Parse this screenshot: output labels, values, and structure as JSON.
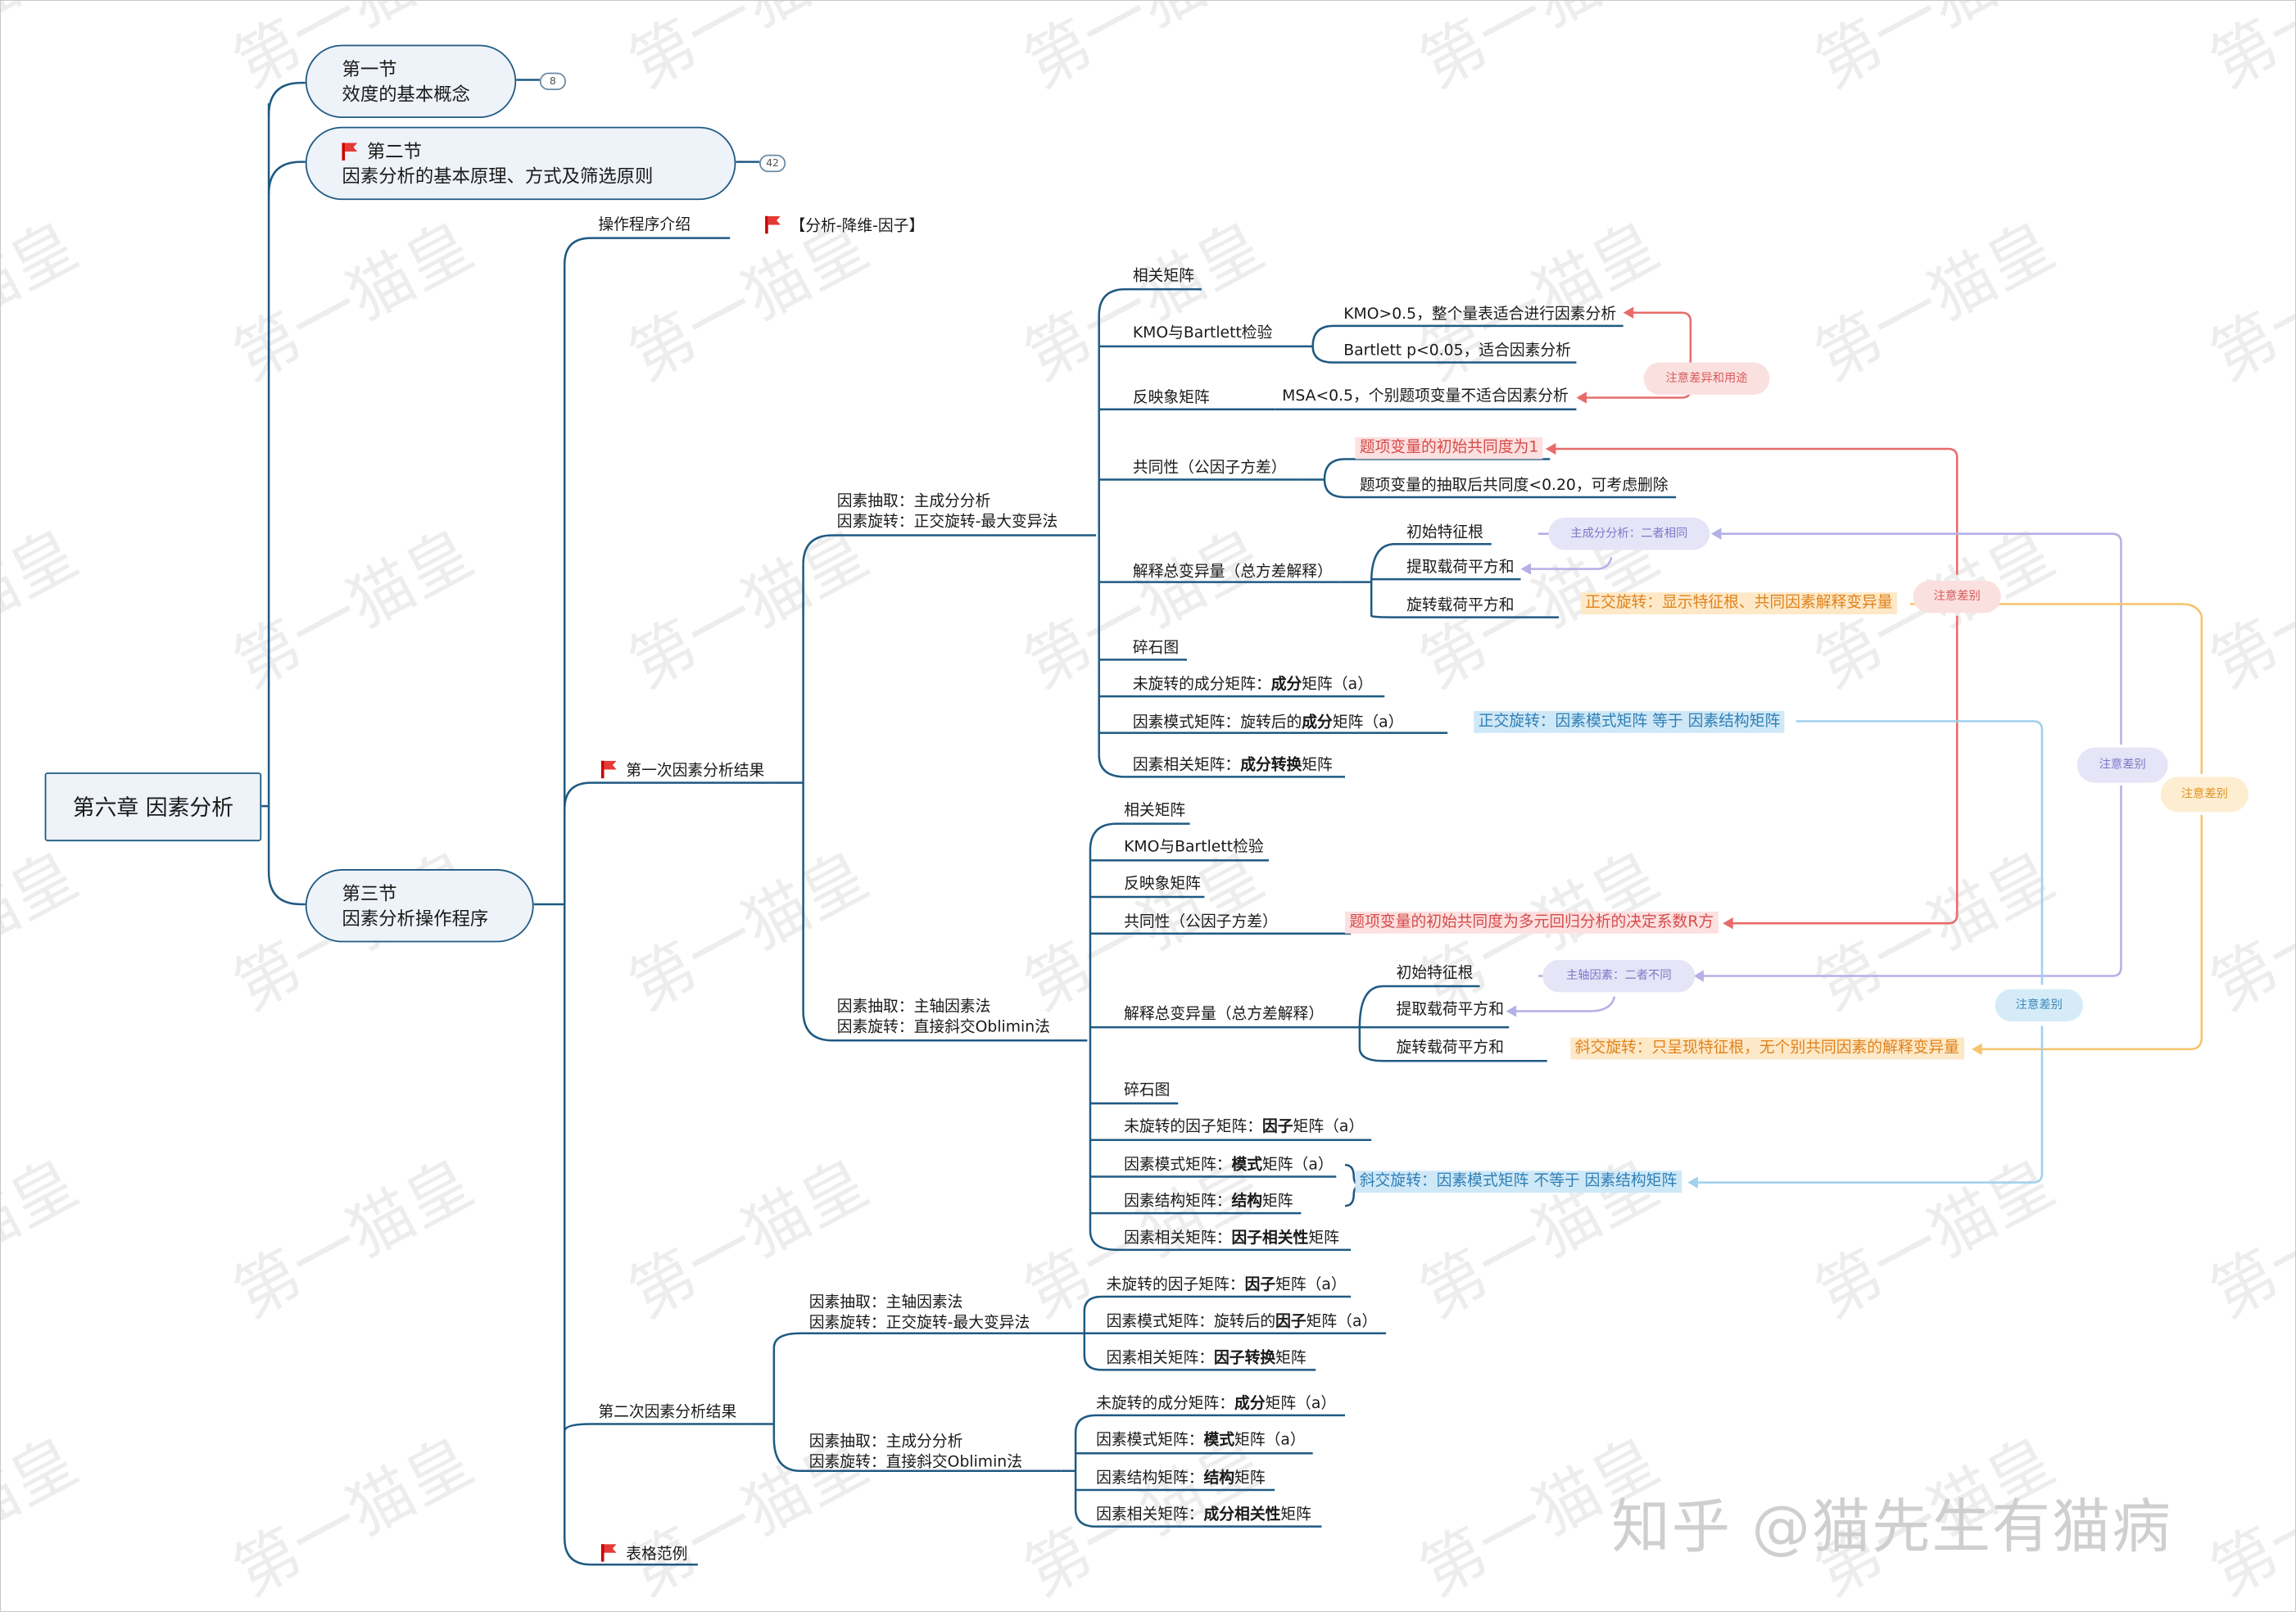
{
  "root": "第六章 因素分析",
  "sec1": {
    "title": "第一节",
    "sub": "效度的基本概念",
    "count": "8"
  },
  "sec2": {
    "title": "第二节",
    "sub": "因素分析的基本原理、方式及筛选原则",
    "count": "42"
  },
  "sec3": {
    "title": "第三节",
    "sub": "因素分析操作程序"
  },
  "intro": {
    "label": "操作程序介绍",
    "note": "【分析-降维-因子】"
  },
  "first": {
    "label": "第一次因素分析结果",
    "pca_method": [
      "因素抽取：主成分分析",
      "因素旋转：正交旋转-最大变异法"
    ],
    "paf_method": [
      "因素抽取：主轴因素法",
      "因素旋转：直接斜交Oblimin法"
    ]
  },
  "pca": {
    "corr": "相关矩阵",
    "kmo": "KMO与Bartlett检验",
    "kmo1": "KMO>0.5，整个量表适合进行因素分析",
    "kmo2": "Bartlett p<0.05，适合因素分析",
    "anti": "反映象矩阵",
    "msa": "MSA<0.5，个别题项变量不适合因素分析",
    "comm": "共同性（公因子方差）",
    "comm1": "题项变量的初始共同度为1",
    "comm2": "题项变量的抽取后共同度<0.20，可考虑删除",
    "var": "解释总变异量（总方差解释）",
    "var1": "初始特征根",
    "var2": "提取载荷平方和",
    "var3": "旋转载荷平方和",
    "var3_note": "正交旋转：显示特征根、共同因素解释变异量",
    "scree": "碎石图",
    "unrot": [
      "未旋转的成分矩阵：",
      "成分",
      "矩阵（a）"
    ],
    "pattern": [
      "因素模式矩阵：旋转后的",
      "成分",
      "矩阵（a）"
    ],
    "pattern_note": "正交旋转：因素模式矩阵 等于 因素结构矩阵",
    "fcorr": [
      "因素相关矩阵：",
      "成分转换",
      "矩阵"
    ]
  },
  "paf": {
    "corr": "相关矩阵",
    "kmo": "KMO与Bartlett检验",
    "anti": "反映象矩阵",
    "comm": "共同性（公因子方差）",
    "comm_note": "题项变量的初始共同度为多元回归分析的决定系数R方",
    "var": "解释总变异量（总方差解释）",
    "var1": "初始特征根",
    "var2": "提取载荷平方和",
    "var3": "旋转载荷平方和",
    "var3_note": "斜交旋转：只呈现特征根，无个别共同因素的解释变异量",
    "scree": "碎石图",
    "unrot": [
      "未旋转的因子矩阵：",
      "因子",
      "矩阵（a）"
    ],
    "pattern": [
      "因素模式矩阵：",
      "模式",
      "矩阵（a）"
    ],
    "struct": [
      "因素结构矩阵：",
      "结构",
      "矩阵"
    ],
    "struct_note": "斜交旋转：因素模式矩阵 不等于 因素结构矩阵",
    "fcorr": [
      "因素相关矩阵：",
      "因子相关性",
      "矩阵"
    ]
  },
  "second": {
    "label": "第二次因素分析结果",
    "m1": [
      "因素抽取：主轴因素法",
      "因素旋转：正交旋转-最大变异法"
    ],
    "m1_items": [
      [
        "未旋转的因子矩阵：",
        "因子",
        "矩阵（a）"
      ],
      [
        "因素模式矩阵：旋转后的",
        "因子",
        "矩阵（a）"
      ],
      [
        "因素相关矩阵：",
        "因子转换",
        "矩阵"
      ]
    ],
    "m2": [
      "因素抽取：主成分分析",
      "因素旋转：直接斜交Oblimin法"
    ],
    "m2_items": [
      [
        "未旋转的成分矩阵：",
        "成分",
        "矩阵（a）"
      ],
      [
        "因素模式矩阵：",
        "模式",
        "矩阵（a）"
      ],
      [
        "因素结构矩阵：",
        "结构",
        "矩阵"
      ],
      [
        "因素相关矩阵：",
        "成分相关性",
        "矩阵"
      ]
    ]
  },
  "table": "表格范例",
  "notes": {
    "kmo_note": "注意差异和用途",
    "pca_same": "主成分分析：二者相同",
    "paf_diff": "主轴因素：二者不同",
    "diff_red": "注意差别",
    "diff_purple": "注意差别",
    "diff_orange": "注意差别",
    "diff_blue": "注意差别"
  },
  "bg_watermark": "第一猫皇",
  "watermark": "知乎 @猫先生有猫病",
  "colors": {
    "line": "#1f5a82",
    "red": "#e86b6b",
    "orange": "#f5c46b",
    "purple": "#b5b0e6",
    "blue": "#9fd0ee"
  }
}
